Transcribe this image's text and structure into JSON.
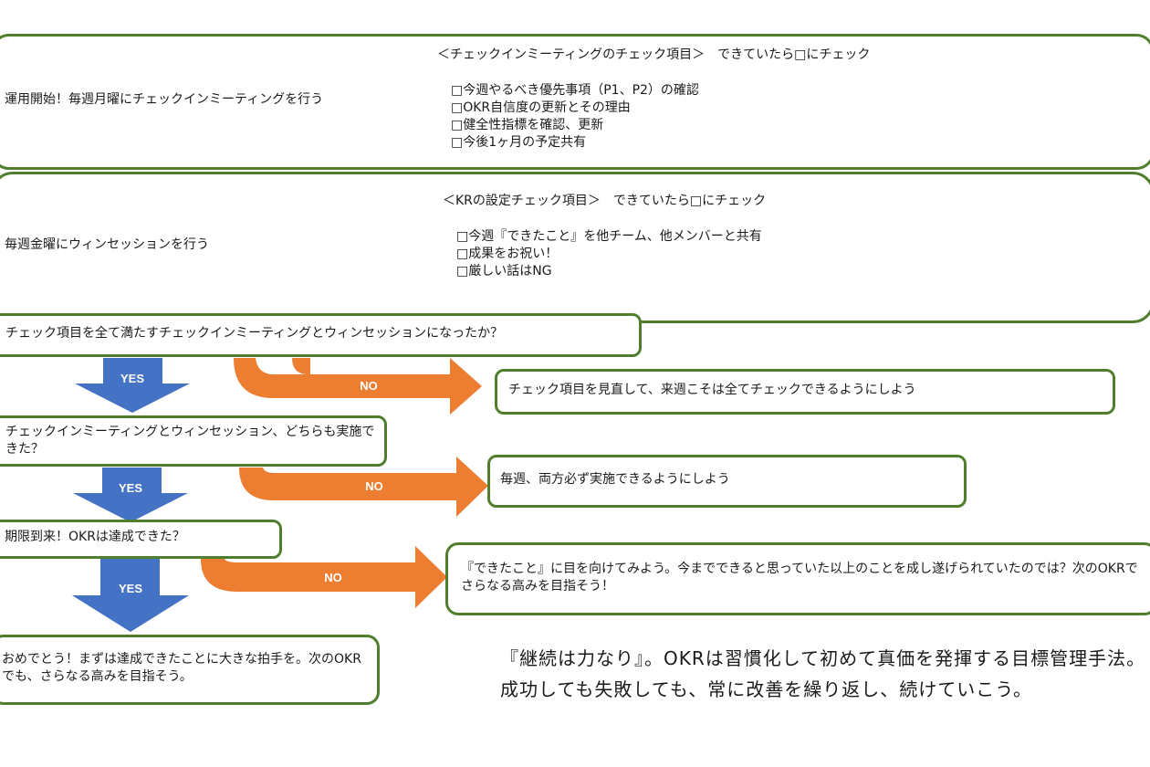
{
  "colors": {
    "border": "#4f7f2c",
    "yes_arrow": "#4472c4",
    "no_arrow": "#ed7d31"
  },
  "box1": {
    "left": "運用開始！毎週月曜にチェックインミーティングを行う",
    "title": "＜チェックインミーティングのチェック項目＞　できていたら□にチェック",
    "items": [
      "□今週やるべき優先事項（P1、P2）の確認",
      "□OKR自信度の更新とその理由",
      "□健全性指標を確認、更新",
      "□今後1ヶ月の予定共有"
    ]
  },
  "box2": {
    "left": "毎週金曜にウィンセッションを行う",
    "title": "＜KRの設定チェック項目＞　できていたら□にチェック",
    "items": [
      "□今週『できたこと』を他チーム、他メンバーと共有",
      "□成果をお祝い！",
      "□厳しい話はNG"
    ]
  },
  "q1": "チェック項目を全て満たすチェックインミーティングとウィンセッションになったか？",
  "q1_no": "チェック項目を見直して、来週こそは全てチェックできるようにしよう",
  "q2": "チェックインミーティングとウィンセッション、どちらも実施できた？",
  "q2_no": "毎週、両方必ず実施できるようにしよう",
  "q3": "期限到来！OKRは達成できた？",
  "q3_no": "『できたこと』に目を向けてみよう。今までできると思っていた以上のことを成し遂げられていたのでは？次のOKRでさらなる高みを目指そう！",
  "final": "おめでとう！まずは達成できたことに大きな拍手を。次のOKRでも、さらなる高みを目指そう。",
  "yes_label": "YES",
  "no_label": "NO",
  "closing": "『継続は力なり』。OKRは習慣化して初めて真価を発揮する目標管理手法。成功しても失敗しても、常に改善を繰り返し、続けていこう。"
}
